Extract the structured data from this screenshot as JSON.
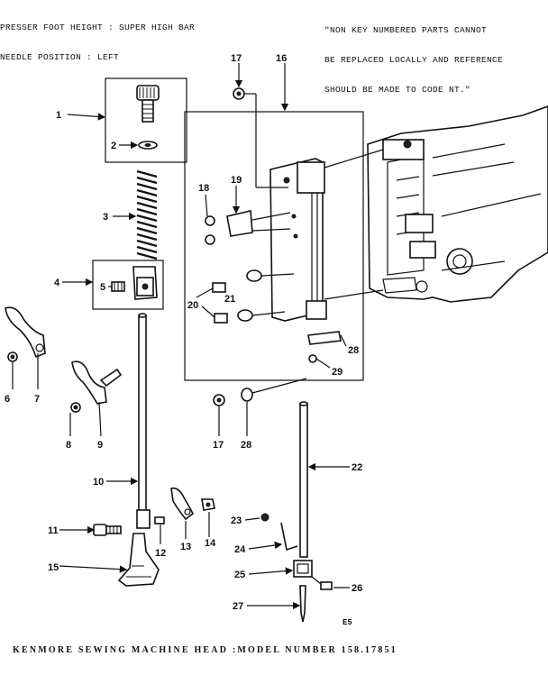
{
  "header": {
    "left_lines": [
      "PRESSER FOOT HEIGHT : SUPER HIGH BAR",
      "NEEDLE POSITION : LEFT"
    ],
    "right_lines": [
      "\"NON KEY NUMBERED PARTS CANNOT",
      "BE REPLACED LOCALLY AND REFERENCE",
      "SHOULD BE MADE TO CODE NT.\""
    ]
  },
  "callouts": {
    "c1": "1",
    "c2": "2",
    "c3": "3",
    "c4": "4",
    "c5": "5",
    "c6": "6",
    "c7": "7",
    "c8": "8",
    "c9": "9",
    "c10": "10",
    "c11": "11",
    "c12": "12",
    "c13": "13",
    "c14": "14",
    "c15": "15",
    "c16": "16",
    "c17a": "17",
    "c17b": "17",
    "c18": "18",
    "c19": "19",
    "c20": "20",
    "c21": "21",
    "c22": "22",
    "c23": "23",
    "c24": "24",
    "c25": "25",
    "c26": "26",
    "c27": "27",
    "c28a": "28",
    "c28b": "28",
    "c29": "29"
  },
  "diagram_code": "E5",
  "footer": "KENMORE SEWING MACHINE HEAD :MODEL NUMBER 158.17851"
}
